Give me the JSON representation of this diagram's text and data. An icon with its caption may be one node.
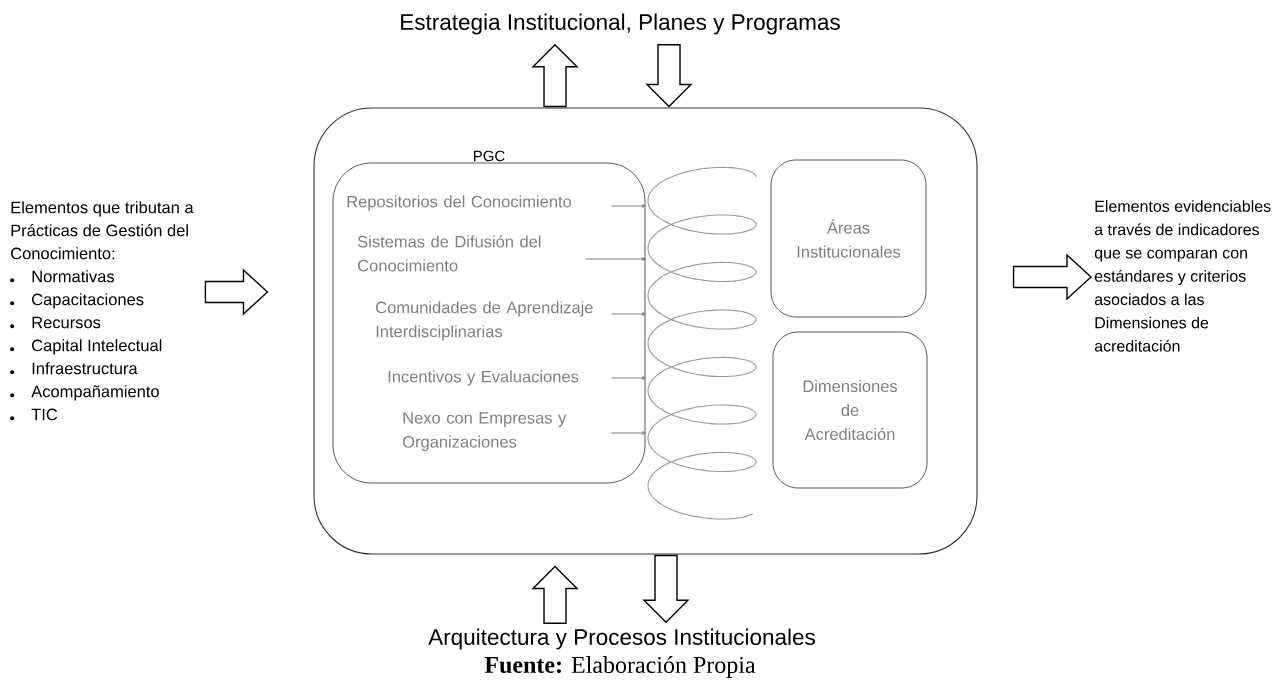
{
  "diagram": {
    "caption": "**Fuente:** Elaboración Propia",
    "nodes": [
      {
        "text": [
          "Estrategia Institucional, Planes y Programas"
        ]
      },
      {
        "text": [
          "Elementos que tributan a Prácticas de Gestión del Conocimiento:",
          "Normativas",
          "Capacitaciones",
          "Recursos",
          "Capital Intelectual",
          "Infraestructura",
          "Acompañamiento",
          "TIC"
        ]
      },
      {
        "text": [],
        "shape": "box"
      },
      {
        "text": [
          "PGC"
        ],
        "in": 2
      },
      {
        "text": [
          "Repositorios del Conocimiento"
        ],
        "in": 3
      },
      {
        "text": [
          "Sistemas de Difusión del Conocimiento"
        ],
        "in": 3
      },
      {
        "text": [
          "Comunidades de Aprendizaje Interdisciplinarias"
        ],
        "in": 3
      },
      {
        "text": [
          "Incentivos y Evaluaciones"
        ],
        "in": 3
      },
      {
        "text": [
          "Nexo con Empresas y Organizaciones"
        ],
        "in": 3
      },
      {
        "text": [],
        "shape": "coil",
        "in": 2
      },
      {
        "text": [
          "Áreas Institucionales"
        ],
        "in": 2
      },
      {
        "text": [
          "Dimensiones de Acreditación"
        ],
        "in": 2
      },
      {
        "text": [
          "Elementos evidenciables a través de indicadores que se comparan con estándares y criterios asociados a las Dimensiones de acreditación"
        ]
      },
      {
        "text": [
          "Arquitectura y Procesos Institucionales"
        ]
      }
    ],
    "edges": [
      {
        "from": 1,
        "to": 2,
        "arrow": "to"
      },
      {
        "from": 2,
        "to": 0,
        "arrow": "to"
      },
      {
        "from": 0,
        "to": 2,
        "arrow": "to"
      },
      {
        "from": 2,
        "to": 12,
        "arrow": "to"
      },
      {
        "from": 13,
        "to": 2,
        "arrow": "to"
      },
      {
        "from": 2,
        "to": 13,
        "arrow": "to"
      },
      {
        "from": 4,
        "to": 9,
        "arrow": "to",
        "color": "#7f7f7f"
      },
      {
        "from": 5,
        "to": 9,
        "arrow": "to",
        "color": "#7f7f7f"
      },
      {
        "from": 6,
        "to": 9,
        "arrow": "to",
        "color": "#7f7f7f"
      },
      {
        "from": 7,
        "to": 9,
        "arrow": "to",
        "color": "#7f7f7f"
      },
      {
        "from": 8,
        "to": 9,
        "arrow": "to",
        "color": "#7f7f7f"
      }
    ]
  }
}
